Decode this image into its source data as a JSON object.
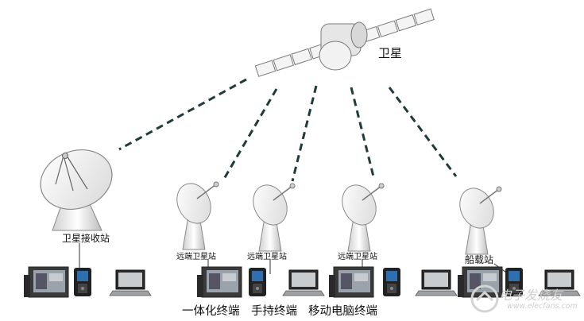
{
  "labels": {
    "satellite": "卫星",
    "ground_station": "卫星接收站",
    "remote_station_1": "远端卫星站",
    "remote_station_2": "远端卫星站",
    "remote_station_3": "远端卫星站",
    "ship_station": "船载站"
  },
  "legend": {
    "integrated_terminal": "一体化终端",
    "handheld_terminal": "手持终端",
    "mobile_pc_terminal": "移动电脑终端"
  },
  "watermark": {
    "name": "电子发烧友",
    "url": "www.elecfans.com"
  },
  "colors": {
    "link_line": "#1f3b3b",
    "dish_fill": "#f2f2f2",
    "dish_stroke": "#8a8a8a"
  },
  "icons": [
    "satellite-icon",
    "dish-antenna-icon",
    "integrated-terminal-icon",
    "handheld-terminal-icon",
    "laptop-icon"
  ]
}
